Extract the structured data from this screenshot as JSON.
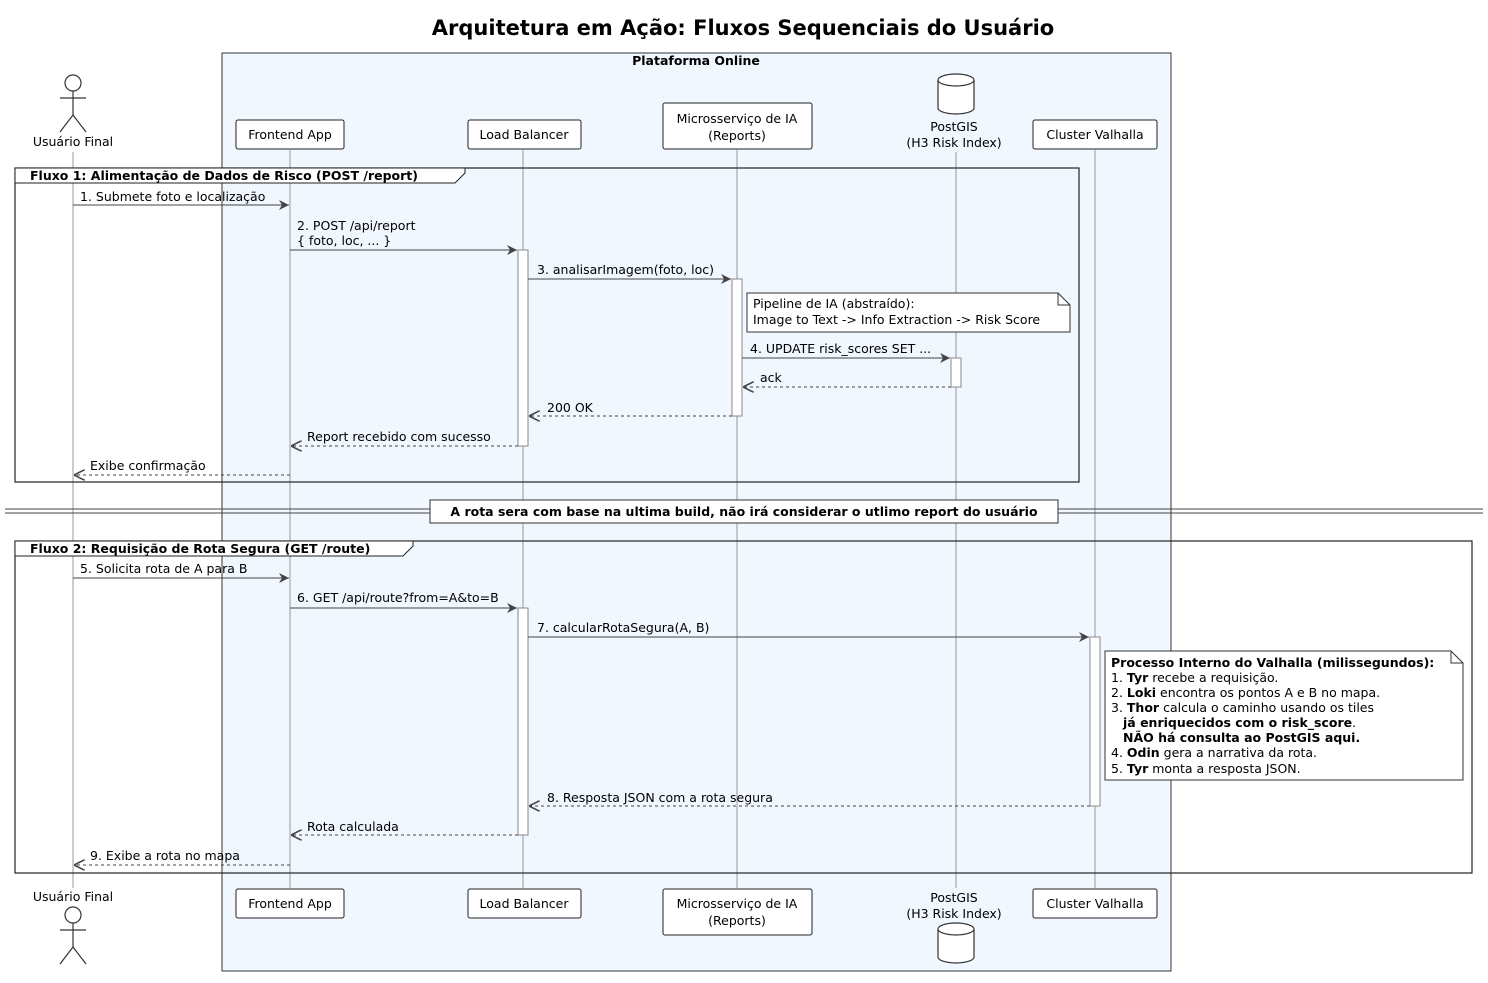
{
  "title": "Arquitetura em Ação: Fluxos Sequenciais do Usuário",
  "boundary_label": "Plataforma Online",
  "participants": {
    "user": [
      "Usuário Final"
    ],
    "frontend": [
      "Frontend App"
    ],
    "lb": [
      "Load Balancer"
    ],
    "ia": [
      "Microsserviço de IA",
      "(Reports)"
    ],
    "postgis": [
      "PostGIS",
      "(H3 Risk Index)"
    ],
    "valhalla": [
      "Cluster Valhalla"
    ]
  },
  "fluxo1": {
    "title": "Fluxo 1: Alimentação de Dados de Risco (POST /report)",
    "m1": "1. Submete foto e localização",
    "m2a": "2. POST /api/report",
    "m2b": "{ foto, loc, ... }",
    "m3": "3. analisarImagem(foto, loc)",
    "note_line1": "Pipeline de IA (abstraído):",
    "note_line2": "Image to Text -> Info Extraction -> Risk Score",
    "m4": "4. UPDATE risk_scores SET ...",
    "m_ack": "ack",
    "m_200": "200 OK",
    "m_report": "Report recebido com sucesso",
    "m_confirm": "Exibe confirmação"
  },
  "divider": "A rota sera com base na ultima build, não irá considerar o utlimo report do usuário",
  "fluxo2": {
    "title": "Fluxo 2: Requisição de Rota Segura (GET /route)",
    "m5": "5. Solicita rota de A para B",
    "m6": "6. GET /api/route?from=A&to=B",
    "m7": "7. calcularRotaSegura(A, B)",
    "note": {
      "heading": "Processo Interno do Valhalla (milissegundos):",
      "l1_num": "1. ",
      "l1_b": "Tyr",
      "l1_t": " recebe a requisição.",
      "l2_num": "2. ",
      "l2_b": "Loki",
      "l2_t": " encontra os pontos A e B no mapa.",
      "l3_num": "3. ",
      "l3_b": "Thor",
      "l3_t": " calcula o caminho usando os tiles",
      "l4_b": "já enriquecidos com o risk_score",
      "l4_t": ".",
      "l5_b": "NÃO há consulta ao PostGIS aqui.",
      "l6_num": "4. ",
      "l6_b": "Odin",
      "l6_t": " gera a narrativa da rota.",
      "l7_num": "5. ",
      "l7_b": "Tyr",
      "l7_t": " monta a resposta JSON."
    },
    "m8": "8. Resposta JSON com a rota segura",
    "m_rota": "Rota calculada",
    "m9": "9. Exibe a rota no mapa"
  }
}
